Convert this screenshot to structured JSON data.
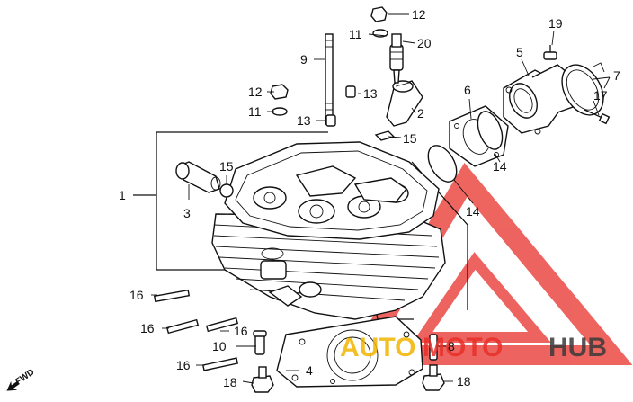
{
  "callouts": [
    {
      "id": "c12a",
      "text": "12"
    },
    {
      "id": "c11a",
      "text": "11"
    },
    {
      "id": "c20",
      "text": "20"
    },
    {
      "id": "c9",
      "text": "9"
    },
    {
      "id": "c12b",
      "text": "12"
    },
    {
      "id": "c13a",
      "text": "13"
    },
    {
      "id": "c11b",
      "text": "11"
    },
    {
      "id": "c2",
      "text": "2"
    },
    {
      "id": "c13b",
      "text": "13"
    },
    {
      "id": "c15a",
      "text": "15"
    },
    {
      "id": "c19",
      "text": "19"
    },
    {
      "id": "c5",
      "text": "5"
    },
    {
      "id": "c7",
      "text": "7"
    },
    {
      "id": "c6",
      "text": "6"
    },
    {
      "id": "c17",
      "text": "17"
    },
    {
      "id": "c14a",
      "text": "14"
    },
    {
      "id": "c14b",
      "text": "14"
    },
    {
      "id": "c15b",
      "text": "15"
    },
    {
      "id": "c1",
      "text": "1"
    },
    {
      "id": "c3",
      "text": "3"
    },
    {
      "id": "c16a",
      "text": "16"
    },
    {
      "id": "c16b",
      "text": "16"
    },
    {
      "id": "c16c",
      "text": "16"
    },
    {
      "id": "c10",
      "text": "10"
    },
    {
      "id": "c16d",
      "text": "16"
    },
    {
      "id": "c8",
      "text": "8"
    },
    {
      "id": "c4",
      "text": "4"
    },
    {
      "id": "c18a",
      "text": "18"
    },
    {
      "id": "c18b",
      "text": "18"
    }
  ],
  "direction_label": "FWD",
  "watermark": {
    "brand_a": "AUTO",
    "brand_b": "MOTO",
    "brand_c": "HUB",
    "color_triangle": "#e8302a",
    "color_auto": "#f2b500",
    "color_moto": "#e8302a",
    "color_hub": "#3a3a3a"
  }
}
